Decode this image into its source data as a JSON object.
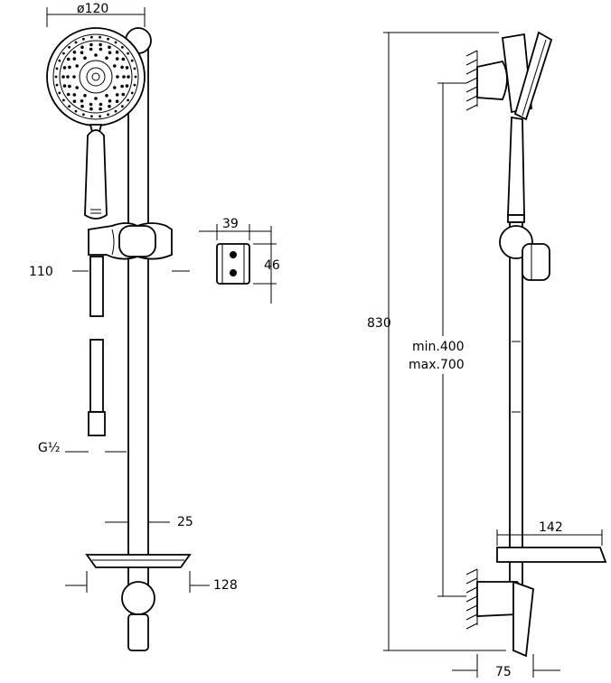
{
  "dimensions": {
    "head_diameter": "ø120",
    "bracket_width": "39",
    "bracket_height": "46",
    "hose_offset": "110",
    "connector_thread": "G½",
    "bar_diameter": "25",
    "soap_dish_width": "128",
    "overall_height": "830",
    "slide_range_min": "min.400",
    "slide_range_max": "max.700",
    "soap_dish_depth": "142",
    "wall_projection": "75"
  }
}
